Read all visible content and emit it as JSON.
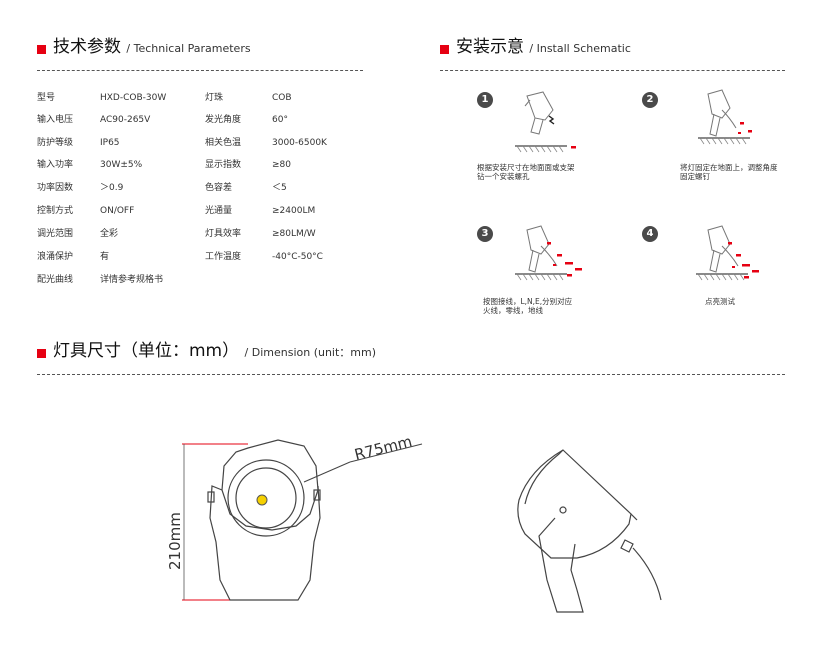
{
  "tech": {
    "title_cn": "技术参数",
    "title_en": "/ Technical Parameters",
    "rows": [
      {
        "l1": "型号",
        "v1": "HXD-COB-30W",
        "l2": "灯珠",
        "v2": "COB"
      },
      {
        "l1": "输入电压",
        "v1": "AC90-265V",
        "l2": "发光角度",
        "v2": "60°"
      },
      {
        "l1": "防护等级",
        "v1": "IP65",
        "l2": "相关色温",
        "v2": "3000-6500K"
      },
      {
        "l1": "输入功率",
        "v1": "30W±5%",
        "l2": "显示指数",
        "v2": "≥80"
      },
      {
        "l1": "功率因数",
        "v1": "＞0.9",
        "l2": "色容差",
        "v2": "＜5"
      },
      {
        "l1": "控制方式",
        "v1": "ON/OFF",
        "l2": "光通量",
        "v2": "≥2400LM"
      },
      {
        "l1": "调光范围",
        "v1": "全彩",
        "l2": "灯具效率",
        "v2": "≥80LM/W"
      },
      {
        "l1": "浪涌保护",
        "v1": "有",
        "l2": "工作温度",
        "v2": "-40°C-50°C"
      },
      {
        "l1": "配光曲线",
        "v1": "详情参考规格书",
        "l2": "",
        "v2": ""
      }
    ]
  },
  "install": {
    "title_cn": "安装示意",
    "title_en": "/ Install Schematic",
    "steps": [
      {
        "num": "1",
        "caption_l1": "根据安装尺寸在地面面或支架",
        "caption_l2": "钻一个安装螺孔"
      },
      {
        "num": "2",
        "caption_l1": "将灯固定在地面上，调整角度",
        "caption_l2": "固定螺钉"
      },
      {
        "num": "3",
        "caption_l1": "按图接线，L,N,E,分别对应",
        "caption_l2": "火线，零线，地线"
      },
      {
        "num": "4",
        "caption_l1": "点亮测试",
        "caption_l2": ""
      }
    ]
  },
  "dimension": {
    "title_cn": "灯具尺寸（单位：mm）",
    "title_en": "/ Dimension (unit：mm)",
    "radius_label": "R75mm",
    "height_label": "210mm"
  },
  "colors": {
    "accent": "#e60012",
    "led": "#f5d000",
    "line": "#555555"
  }
}
